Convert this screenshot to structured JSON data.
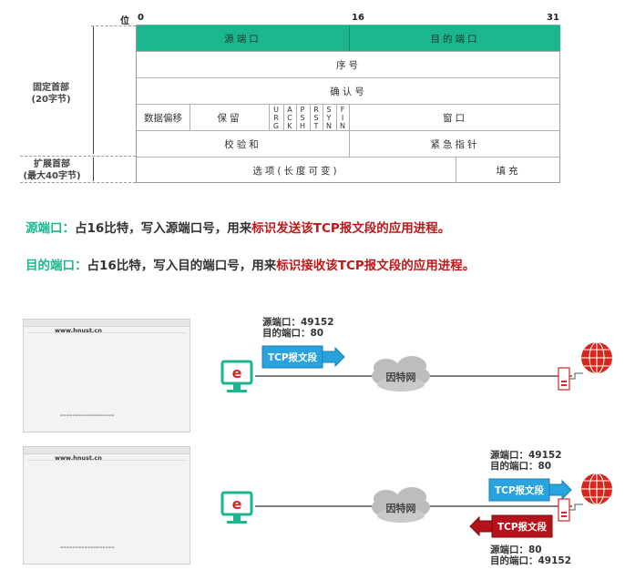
{
  "header": {
    "bit_label": "位",
    "bit_positions": [
      "0",
      "16",
      "31"
    ],
    "fixed_label": "固定首部",
    "fixed_size": "(20字节)",
    "ext_label": "扩展首部",
    "ext_size": "(最大40字节)",
    "rows": {
      "src_port": "源端口",
      "dst_port": "目的端口",
      "seq": "序号",
      "ack": "确认号",
      "data_offset": "数据偏移",
      "reserved": "保留",
      "flags": [
        [
          "U",
          "R",
          "G"
        ],
        [
          "A",
          "C",
          "K"
        ],
        [
          "P",
          "S",
          "H"
        ],
        [
          "R",
          "S",
          "T"
        ],
        [
          "S",
          "Y",
          "N"
        ],
        [
          "F",
          "I",
          "N"
        ]
      ],
      "window": "窗口",
      "checksum": "校验和",
      "urgent": "紧急指针",
      "options": "选项(长度可变)",
      "padding": "填充"
    }
  },
  "descriptions": [
    {
      "term": "源端口",
      "colon": "：",
      "plain": "占16比特，写入源端口号，用来",
      "emph": "标识发送该TCP报文段的应用进程。"
    },
    {
      "term": "目的端口",
      "colon": "：",
      "plain": "占16比特，写入目的端口号，用来",
      "emph": "标识接收该TCP报文段的应用进程。"
    }
  ],
  "example1": {
    "browser_url": "www.hnust.cn",
    "src_line": "源端口：49152",
    "dst_line": "目的端口：80",
    "segment": "TCP报文段",
    "network": "因特网"
  },
  "example2": {
    "browser_url": "www.hnust.cn",
    "req_src_line": "源端口：49152",
    "req_dst_line": "目的端口：80",
    "req_segment": "TCP报文段",
    "resp_segment": "TCP报文段",
    "resp_src_line": "源端口：80",
    "resp_dst_line": "目的端口：49152",
    "network": "因特网"
  },
  "colors": {
    "teal": "#1bb58e",
    "red": "#c0181a",
    "blue_arrow": "#29a3de",
    "red_arrow": "#b5121b",
    "globe": "#d9261c"
  }
}
